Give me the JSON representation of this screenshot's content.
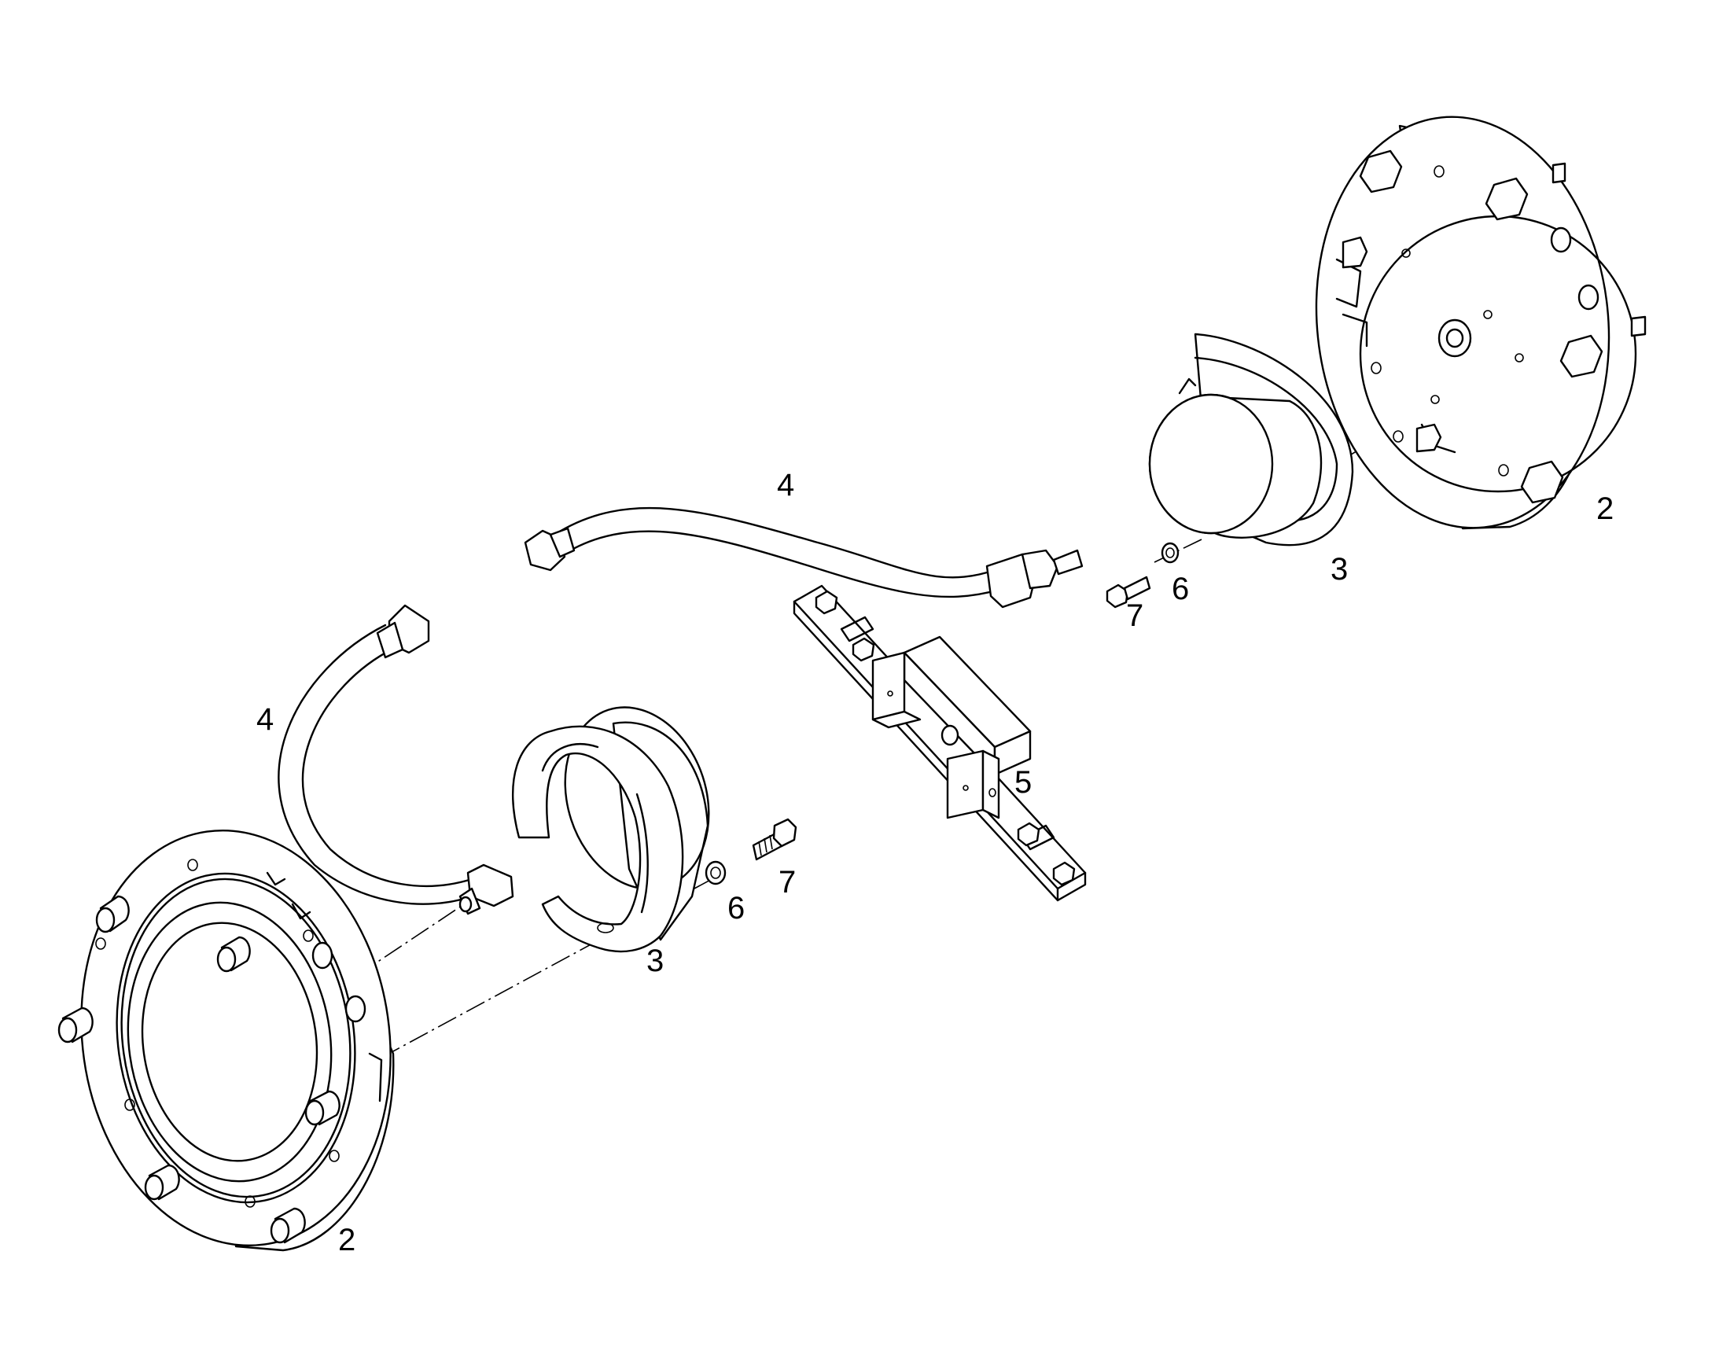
{
  "callouts": {
    "flange_left": "2",
    "flange_right": "2",
    "ring_left": "3",
    "ring_right": "3",
    "hose_left": "4",
    "hose_top": "4",
    "bracket": "5",
    "washer_left": "6",
    "washer_right": "6",
    "bolt_left": "7",
    "bolt_right": "7"
  }
}
